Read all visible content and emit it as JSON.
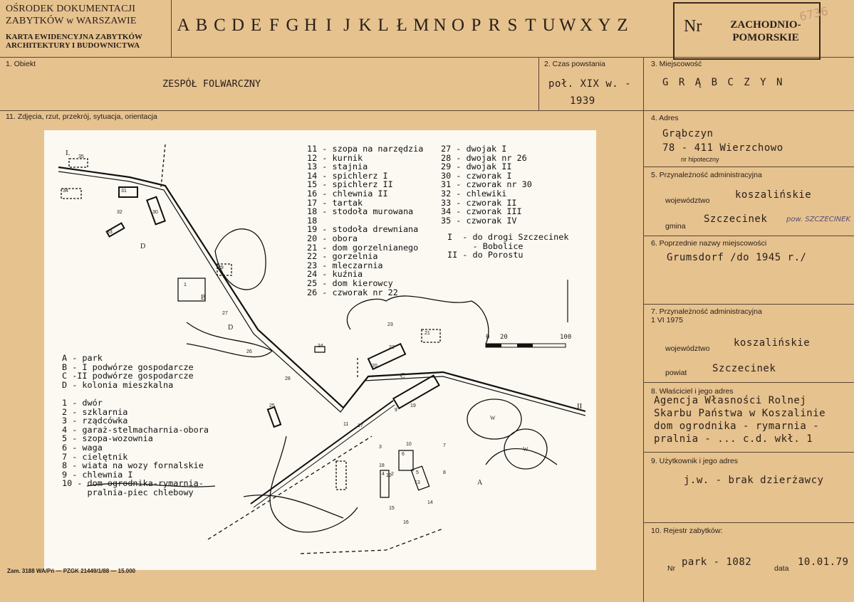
{
  "header": {
    "org_line1": "OŚRODEK DOKUMENTACJI",
    "org_line2": "ZABYTKÓW w WARSZAWIE",
    "karta_line1": "KARTA EWIDENCYJNA ZABYTKÓW",
    "karta_line2": "ARCHITEKTURY I BUDOWNICTWA",
    "letters": [
      "A",
      "B",
      "C",
      "D",
      "E",
      "F",
      "G",
      "H",
      "I",
      "J",
      "K",
      "L",
      "Ł",
      "M",
      "N",
      "O",
      "P",
      "R",
      "S",
      "T",
      "U",
      "W",
      "X",
      "Y",
      "Z"
    ],
    "nr_label": "Nr",
    "nr_line1": "ZACHODNIO-",
    "nr_line2": "POMORSKIE",
    "corner_mark": "6736"
  },
  "fields": {
    "obiekt_label": "1. Obiekt",
    "obiekt_value": "ZESPÓŁ FOLWARCZNY",
    "czas_label": "2. Czas powstania",
    "czas_line1": "poł. XIX w. -",
    "czas_line2": "1939",
    "miejscowosc_label": "3. Miejscowość",
    "miejscowosc_value": "G R Ą B C Z Y N",
    "zdjecia_label": "11. Zdjęcia, rzut, przekrój, sytuacja, orientacja",
    "adres_label": "4. Adres",
    "adres_line1": "Grąbczyn",
    "adres_line2": "78 - 411 Wierzchowo",
    "nr_hipoteczny": "nr hipoteczny",
    "przyn_label": "5. Przynależność administracyjna",
    "wojewodztwo_lbl": "województwo",
    "wojewodztwo_val": "koszalińskie",
    "gmina_lbl": "gmina",
    "gmina_val": "Szczecinek",
    "gmina_note": "pow. SZCZECINEK",
    "poprzednie_label": "6. Poprzednie nazwy miejscowości",
    "poprzednie_value": "Grumsdorf /do 1945 r./",
    "przyn75_label1": "7. Przynależność administracyjna",
    "przyn75_label2": "1 VI 1975",
    "woj75_lbl": "województwo",
    "woj75_val": "koszalińskie",
    "powiat_lbl": "powiat",
    "powiat_val": "Szczecinek",
    "wlasciciel_label": "8. Właściciel i jego adres",
    "wlasciciel_lines": [
      "Agencja Własności Rolnej",
      "Skarbu Państwa w Koszalinie",
      "dom ogrodnika - rymarnia -",
      "pralnia - ... c.d. wkł. 1"
    ],
    "uzytkownik_label": "9. Użytkownik i jego adres",
    "uzytkownik_value": "j.w. - brak dzierżawcy",
    "rejestr_label": "10. Rejestr zabytków:",
    "rejestr_nr_lbl": "Nr",
    "rejestr_nr_val": "park - 1082",
    "rejestr_data_lbl": "data",
    "rejestr_data_val": "10.01.79"
  },
  "footer": "Zam. 3188 WA/Pń — PZGK 21449/1/88 — 15.000",
  "map": {
    "legend_top_left": "11 - szopa na narzędzia\n12 - kurnik\n13 - stajnia\n14 - spichlerz I\n15 - spichlerz II\n16 - chlewnia II\n17 - tartak\n18 - stodoła murowana\n18\n19 - stodoła drewniana\n20 - obora\n21 - dom gorzelnianego\n22 - gorzelnia\n23 - mleczarnia\n24 - kuźnia\n25 - dom kierowcy\n26 - czworak nr 22",
    "legend_top_right": "27 - dwojak I\n28 - dwojak nr 26\n29 - dwojak II\n30 - czworak I\n31 - czworak nr 30\n32 - chlewiki\n33 - czworak II\n34 - czworak III\n35 - czworak IV",
    "legend_directions": "I  - do drogi Szczecinek\n     - Bobolice\nII - do Porostu",
    "legend_bottom_left": "A - park\nB - I podwórze gospodarcze\nC -II podwórze gospodarcze\nD - kolonia mieszkalna\n\n1 - dwór\n2 - szklarnia\n3 - rządcówka\n4 - garaż-stelmacharnia-obora\n5 - szopa-wozownia\n6 - waga\n7 - cielętnik\n8 - wiata na wozy fornalskie\n9 - chlewnia I\n10 - dom ogrodnika-rymarnia-\n     pralnia-piec chlebowy",
    "scale_labels": [
      "0",
      "20",
      "100"
    ],
    "road_labels": [
      "I.",
      "II"
    ],
    "area_labels": [
      "A",
      "B",
      "C",
      "D",
      "D"
    ],
    "building_labels": [
      "35",
      "31",
      "30",
      "32",
      "33",
      "34",
      "29",
      "1",
      "2",
      "3",
      "4",
      "5",
      "6",
      "7",
      "8",
      "9",
      "10",
      "11",
      "12",
      "13",
      "14",
      "15",
      "16",
      "17",
      "18",
      "19",
      "20",
      "21",
      "22",
      "23",
      "24",
      "25",
      "26",
      "27",
      "28"
    ],
    "w_labels": [
      "W",
      "W"
    ]
  }
}
